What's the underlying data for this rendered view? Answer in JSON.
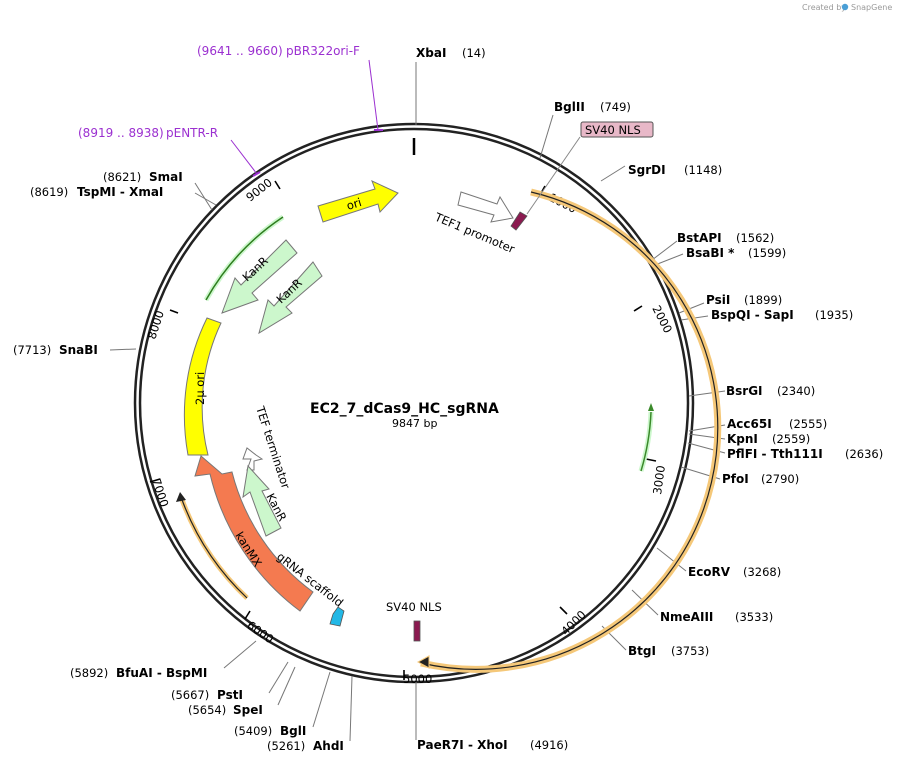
{
  "credit": {
    "created_by": "Created by",
    "app": "SnapGene"
  },
  "plasmid": {
    "name": "EC2_7_dCas9_HC_sgRNA",
    "length": "9847 bp"
  },
  "ticks": [
    "1000",
    "2000",
    "3000",
    "4000",
    "5000",
    "6000",
    "7000",
    "8000",
    "9000"
  ],
  "primers": [
    {
      "range": "(9641 .. 9660)",
      "name": "pBR322ori-F"
    },
    {
      "range": "(8919 .. 8938)",
      "name": "pENTR-R"
    }
  ],
  "enzymes": [
    {
      "name": "XbaI",
      "pos": "(14)"
    },
    {
      "name": "BglII",
      "pos": "(749)"
    },
    {
      "name": "SgrDI",
      "pos": "(1148)"
    },
    {
      "name": "BstAPI",
      "pos": "(1562)"
    },
    {
      "name": "BsaBI *",
      "pos": "(1599)"
    },
    {
      "name": "PsiI",
      "pos": "(1899)"
    },
    {
      "name": "BspQI  -  SapI",
      "pos": "(1935)"
    },
    {
      "name": "BsrGI",
      "pos": "(2340)"
    },
    {
      "name": "Acc65I",
      "pos": "(2555)"
    },
    {
      "name": "KpnI",
      "pos": "(2559)"
    },
    {
      "name": "PflFI  -  Tth111I",
      "pos": "(2636)"
    },
    {
      "name": "PfoI",
      "pos": "(2790)"
    },
    {
      "name": "EcoRV",
      "pos": "(3268)"
    },
    {
      "name": "NmeAIII",
      "pos": "(3533)"
    },
    {
      "name": "BtgI",
      "pos": "(3753)"
    },
    {
      "name": "PaeR7I  -  XhoI",
      "pos": "(4916)"
    },
    {
      "name": "AhdI",
      "pos": "(5261)"
    },
    {
      "name": "BglI",
      "pos": "(5409)"
    },
    {
      "name": "SpeI",
      "pos": "(5654)"
    },
    {
      "name": "PstI",
      "pos": "(5667)"
    },
    {
      "name": "BfuAI  -  BspMI",
      "pos": "(5892)"
    },
    {
      "name": "SnaBI",
      "pos": "(7713)"
    },
    {
      "name": "TspMI  -  XmaI",
      "pos": "(8619)"
    },
    {
      "name": "SmaI",
      "pos": "(8621)"
    }
  ],
  "features": {
    "sv40_nls_box": "SV40 NLS",
    "sv40_nls": "SV40 NLS",
    "tef1_promoter": "TEF1 promoter",
    "ori": "ori",
    "kanr_outer": "KanR",
    "kanr_inner": "KanR",
    "kanr_lower": "KanR",
    "two_micron_ori": "2μ ori",
    "tef_terminator": "TEF terminator",
    "kanmx": "kanMX",
    "grna_scaffold": "gRNA scaffold"
  },
  "colors": {
    "ori": "#ffff00",
    "two_micron_ori": "#ffff00",
    "kanr": "#ccf7cc",
    "kanmx": "#f47a50",
    "sv40_nls": "#8b1a50",
    "sv40_nls_box": "#e8b8c8",
    "grna_scaffold": "#22b8e6",
    "cds_orange": "#f5c879",
    "primer": "#9b30d0"
  }
}
